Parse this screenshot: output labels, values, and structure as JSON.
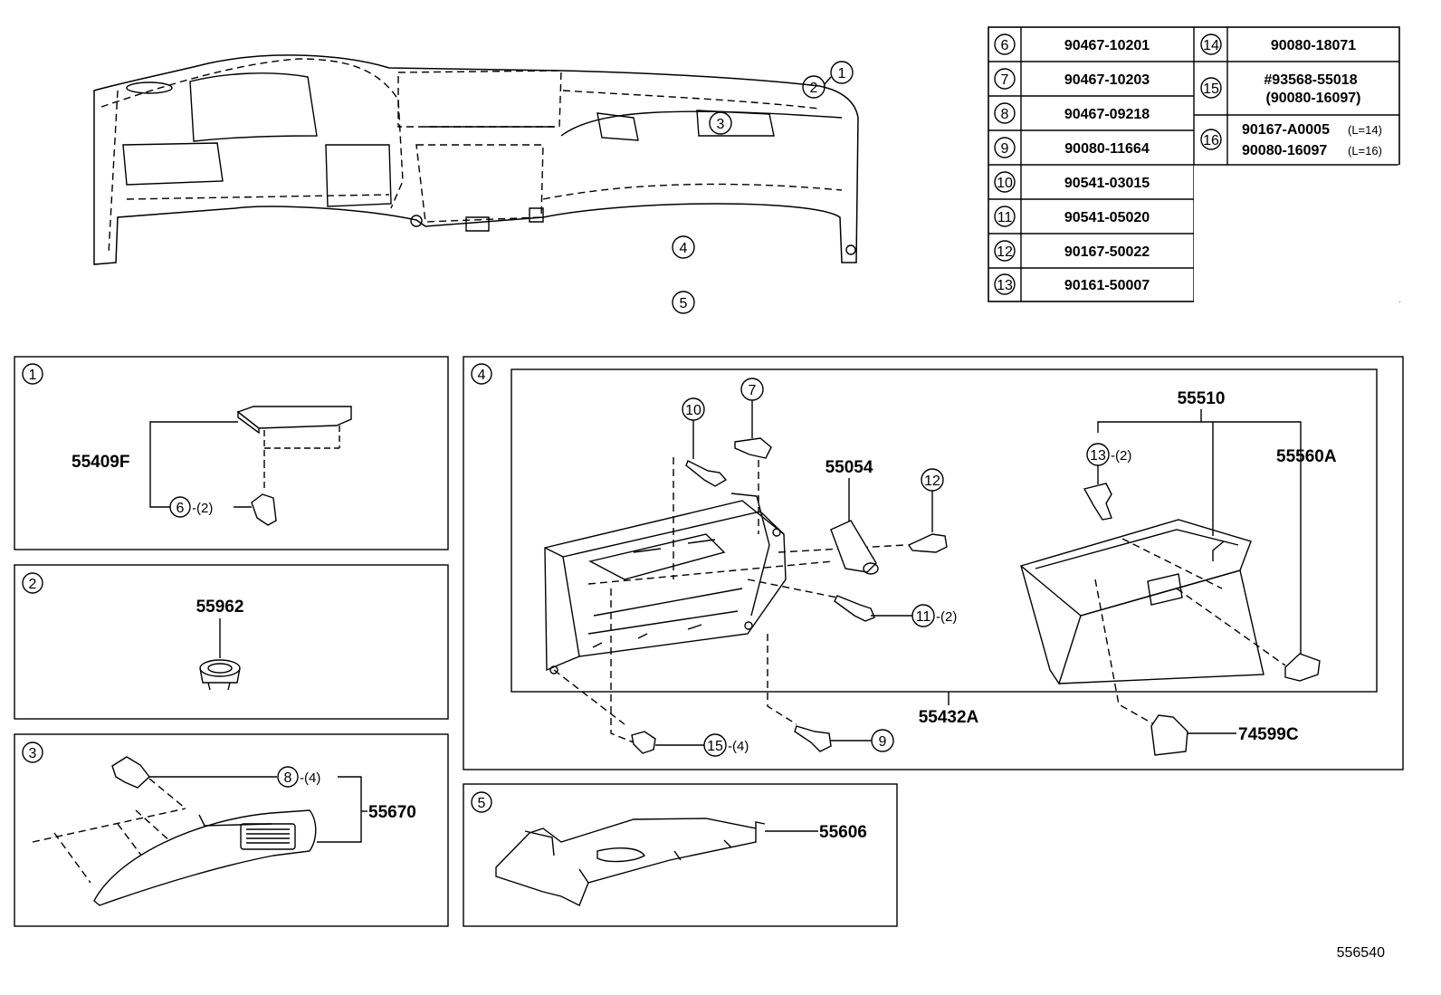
{
  "table": {
    "left_rows": [
      {
        "ref": "6",
        "part": "90467-10201"
      },
      {
        "ref": "7",
        "part": "90467-10203"
      },
      {
        "ref": "8",
        "part": "90467-09218"
      },
      {
        "ref": "9",
        "part": "90080-11664"
      },
      {
        "ref": "10",
        "part": "90541-03015"
      },
      {
        "ref": "11",
        "part": "90541-05020"
      },
      {
        "ref": "12",
        "part": "90167-50022"
      },
      {
        "ref": "13",
        "part": "90161-50007"
      }
    ],
    "right_rows": [
      {
        "ref": "14",
        "line1": "90080-18071",
        "line1_suffix": "",
        "line2": "",
        "line2_suffix": ""
      },
      {
        "ref": "15",
        "line1": "#93568-55018",
        "line1_suffix": "",
        "line2": "(90080-16097)",
        "line2_suffix": ""
      },
      {
        "ref": "16",
        "line1": "90167-A0005",
        "line1_suffix": "(L=14)",
        "line2": "90080-16097",
        "line2_suffix": "(L=16)"
      }
    ]
  },
  "overview": {
    "callouts": [
      "1",
      "2",
      "3",
      "4",
      "5"
    ]
  },
  "panels": {
    "p1": {
      "num": "1",
      "part": "55409F",
      "fastener_ref": "6",
      "fastener_qty": "-(2)"
    },
    "p2": {
      "num": "2",
      "part": "55962"
    },
    "p3": {
      "num": "3",
      "part": "55670",
      "fastener_ref": "8",
      "fastener_qty": "-(4)"
    },
    "p4": {
      "num": "4",
      "parts": {
        "p55510": "55510",
        "p55560A": "55560A",
        "p55054": "55054",
        "p55432A": "55432A",
        "p74599C": "74599C"
      },
      "refs": {
        "r7": "7",
        "r10": "10",
        "r12": "12",
        "r13": "13",
        "r11": "11",
        "r15": "15",
        "r9": "9"
      },
      "qty": {
        "q13": "-(2)",
        "q11": "-(2)",
        "q15": "-(4)"
      }
    },
    "p5": {
      "num": "5",
      "part": "55606"
    }
  },
  "figure_id": "556540"
}
